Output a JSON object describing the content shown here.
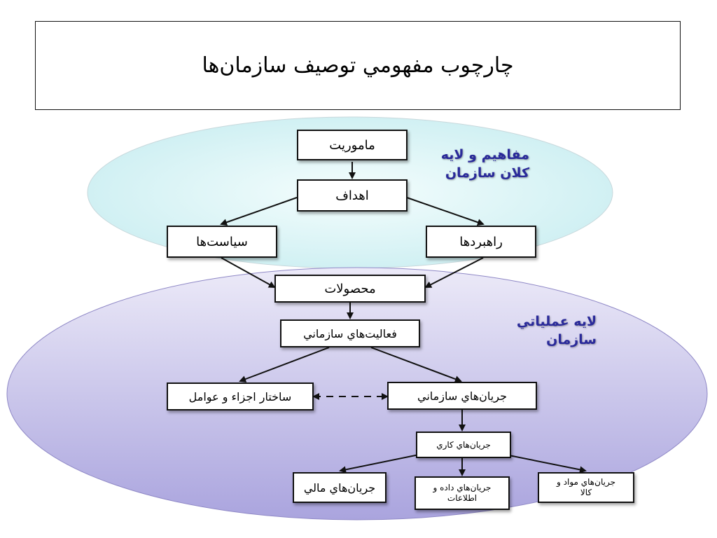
{
  "slide": {
    "title": "چارچوب مفهومي توصيف سازمان‌ها"
  },
  "layers": {
    "macro_label_line1": "مفاهيم و لايه",
    "macro_label_line2": "کلان سازمان",
    "operational_label_line1": "لايه عملياتي",
    "operational_label_line2": "سازمان"
  },
  "nodes": {
    "mission": "ماموريت",
    "goals": "اهداف",
    "policies": "سياست‌ها",
    "strategies": "راهبردها",
    "products": "محصولات",
    "org_activities": "فعاليت‌هاي سازماني",
    "structure": "ساختار اجزاء و عوامل",
    "org_flows": "جريان‌هاي سازماني",
    "work_flows": "جريان‌هاي کاري",
    "financial_flows": "جريان‌هاي مالي",
    "data_flows_line1": "جريان‌هاي داده و",
    "data_flows_line2": "اطلاعات",
    "material_flows_line1": "جريان‌هاي مواد و",
    "material_flows_line2": "کالا"
  },
  "colors": {
    "macro_layer": "#d7f3f4",
    "operational_layer": "#b9b5e6",
    "label_text": "#2a2a9a",
    "line": "#111111"
  }
}
